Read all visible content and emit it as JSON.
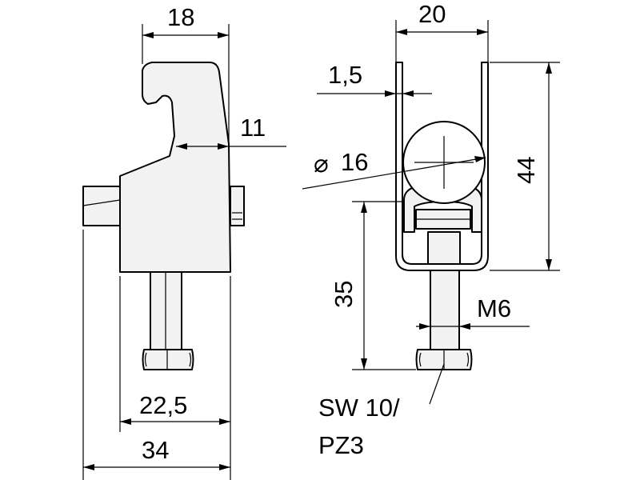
{
  "dimensions": {
    "width_top": "18",
    "hook_depth": "11",
    "base_inner": "22,5",
    "base_overall": "34",
    "clip_width": "20",
    "wall_thickness": "1,5",
    "pipe_diameter": "16",
    "diameter_symbol": "⌀",
    "overall_height": "44",
    "bolt_height": "35",
    "thread": "M6",
    "wrench_line1": "SW 10/",
    "wrench_line2": "PZ3"
  }
}
